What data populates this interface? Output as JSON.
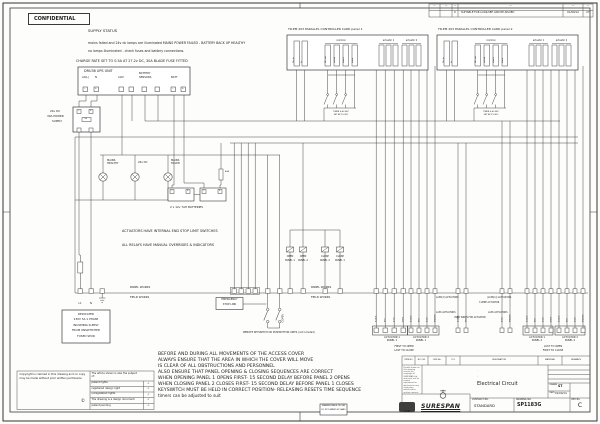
{
  "sym": {
    "minus": "−",
    "plus": "+",
    "bullet": "·",
    "tick": "✓",
    "dash": "—",
    "copyright": "©"
  },
  "confidential": "CONFIDENTIAL",
  "revision": {
    "h": [
      "—",
      "—",
      "—",
      "—",
      "—",
      "—"
    ],
    "rev": "C",
    "desc": "SUITABLE FOR LOOK-SEE AND RE-ISSUED",
    "date": "01/09/14",
    "by": "CT"
  },
  "supply": {
    "title": "SUPPLY STATUS",
    "l1": "mains failed and 24v dc lamps are illuminated  MAINS POWER FAILED - BATTERY BACK UP HEALTHY",
    "l2": "no lamps illuminated - check fuses and battery connections.",
    "charge": "CHARGE RATE SET TO 0.5A AT 27.2v DC, 30A BLADE FUSE FITTED"
  },
  "ups": {
    "title": "DRU36 UPS UNIT",
    "ac": "AC(L)",
    "n": "N",
    "alm": "ALM",
    "bs1": "BATTERY",
    "bs2": "SENSORS",
    "batt": "BATT"
  },
  "psu": {
    "l1": "24v DC",
    "l2": "30A POWER",
    "l3": "SUPPLY",
    "fuse": "5a"
  },
  "lamps": {
    "a1": "MAINS",
    "a2": "HEALTHY",
    "b1": "24v DC",
    "c1": "MAINS",
    "c2": "FAILED"
  },
  "battery": {
    "label": "2 x 12v 7AH BATTERIES",
    "fuse": "40A"
  },
  "notes": {
    "actuators": "ACTUATORS HAVE INTERNAL END STOP LIMIT SWITCHES",
    "relays": "ALL RELAYS HAVE MANUAL OVERRIDES & INDICATORS"
  },
  "relays": [
    [
      "OPEN",
      "PANEL 1"
    ],
    [
      "OPEN",
      "PANEL 2"
    ],
    [
      "CLOSE",
      "PANEL 2"
    ],
    [
      "CLOSE",
      "PANEL 1"
    ]
  ],
  "divider": {
    "panel": "PANEL WORKS",
    "field": "FIELD WORKS"
  },
  "incoming": {
    "l1": "L1",
    "n": "N",
    "box": [
      "DEDICATED",
      "230V 5A 1 PHASE",
      "INCOMING SUPPLY",
      "FROM UNSWITCHED",
      "FUSED SPUR"
    ]
  },
  "estop": {
    "l1": "EMERGENCY",
    "l2": "STOP LINK",
    "key": "C/OPEN",
    "remote": "REMOTE KEYSWITCH OR PUSHBUTTON UNITS (not included)"
  },
  "cards": {
    "title1": "TR-EM 203 PARALLEL CONTROLLER CARD panel 1",
    "title2": "TR-EM 203 PARALLEL CONTROLLER CARD panel 2",
    "common": "common",
    "act1": "actuator 1",
    "act2": "actuator 2",
    "pin_24v": "24v dc",
    "pin_0v": "0v",
    "pins": [
      "24v out",
      "extend",
      "retract",
      "alarm"
    ],
    "timer1": "TIMER 0-60 SEC",
    "timer2": "SET AT 15 SEC"
  },
  "la36": {
    "n1": "LA36(3) ACTUATORS",
    "n2": "(LA36(1)) ACTUATORS",
    "n3": "3 WIRE ACTUATOR",
    "n4": "LA36 ACTUATORS",
    "n5": "LA36 ACTUATORS",
    "n6": "USED WIRES FOR ACTUATOR"
  },
  "colors": [
    "BLACK",
    "RED",
    "BLUE",
    "GREY",
    "BLACK",
    "RED",
    "BLUE",
    "BROWN"
  ],
  "strips": {
    "p1a1l1": "ACTUATOR 1",
    "p1a1l2": "PANEL 1",
    "p1a2l1": "ACTUATOR 2",
    "p1a2l2": "PANEL 1",
    "p1s1": "FIRST TO OPEN",
    "p1s2": "LAST TO CLOSE",
    "p2a1l1": "ACTUATOR 1",
    "p2a1l2": "PANEL 2",
    "p2a2l1": "ACTUATOR 2",
    "p2a2l2": "PANEL 2",
    "p2s1": "LAST TO OPEN",
    "p2s2": "FIRST TO CLOSE"
  },
  "warning": {
    "lines": [
      "BEFORE AND DURING ALL MOVEMENTS OF THE ACCESS COVER",
      "ALWAYS ENSURE THAT THE AREA IN WHICH THE COVER WILL MOVE",
      "IS CLEAR OF ALL OBSTRUCTIONS AND PERSONNEL",
      "ALSO ENSURE THAT PANEL OPENING & CLOSING SEQUENCES ARE CORRECT",
      "WHEN OPENING PANEL 1 OPENS FIRST- 15 SECOND DELAY BEFORE PANEL 2 OPENS",
      "WHEN CLOSING PANEL 2 CLOSES FIRST- 15 SECOND DELAY BEFORE PANEL 1 CLOSES",
      "KEYSWITCH MUST BE HELD IN CORRECT POSITION- RELEASING RESETS TIME SEQUENCE",
      "timers can be adjusted to suit"
    ]
  },
  "copyright": {
    "statement": "Copyright is claimed in this drawing and no copy may be made without prior written permission",
    "header": "The article shown is also the subject of:",
    "rows": [
      "patent rights",
      "registered design right",
      "unregistered rights",
      "The drawing is a design document",
      "patent pending"
    ]
  },
  "titleblock": {
    "headers": [
      "ITEM NO",
      "NO OFF",
      "ORD No.",
      "TOL",
      "DESIGNATION",
      "MATERIAL",
      "REMARKS"
    ],
    "designation": "Electrical Circuit",
    "drawn_label": "DRAWN",
    "drawn": "ST",
    "date_label": "DATE",
    "date": "01/09/14",
    "contract_label": "CONTRACT NO.",
    "contract": "STANDARD",
    "drawing_label": "DRAWING NO.",
    "drawing_no": "SP1183G",
    "rev_label": "REV No.",
    "rev": "C",
    "brand": "SURESPAN",
    "disclaimer": "Details shown on this drawing remain the copyright of SURESPAN Ltd and must not be copied reproduced or disclosed to any third party without prior written consent",
    "stamp": "CAD",
    "made1": "DRAWING MADE ON CAD",
    "made2": "DO NOT AMEND BY HAND"
  }
}
